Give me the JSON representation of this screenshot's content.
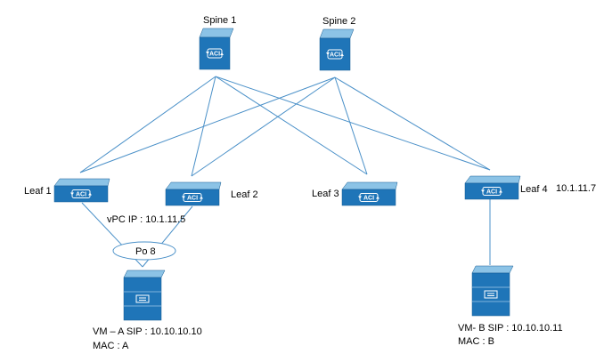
{
  "colors": {
    "link": "#4A90C8",
    "device_top": "#8CC3E6",
    "device_front": "#1F75B8",
    "device_edge": "#165C93",
    "icon": "#ffffff"
  },
  "icon_text": "ACI",
  "spines": [
    {
      "id": "spine1",
      "label": "Spine 1"
    },
    {
      "id": "spine2",
      "label": "Spine 2"
    }
  ],
  "leaves": [
    {
      "id": "leaf1",
      "label": "Leaf 1"
    },
    {
      "id": "leaf2",
      "label": "Leaf 2"
    },
    {
      "id": "leaf3",
      "label": "Leaf 3"
    },
    {
      "id": "leaf4",
      "label": "Leaf 4"
    }
  ],
  "leaf4_ip": "10.1.11.7",
  "vpc_ip": "vPC IP : 10.1.11.5",
  "port_channel": "Po 8",
  "hosts": [
    {
      "id": "vmA",
      "line1": "VM – A SIP : 10.10.10.10",
      "line2": "MAC : A"
    },
    {
      "id": "vmB",
      "line1": "VM- B SIP : 10.10.10.11",
      "line2": "MAC : B"
    }
  ]
}
